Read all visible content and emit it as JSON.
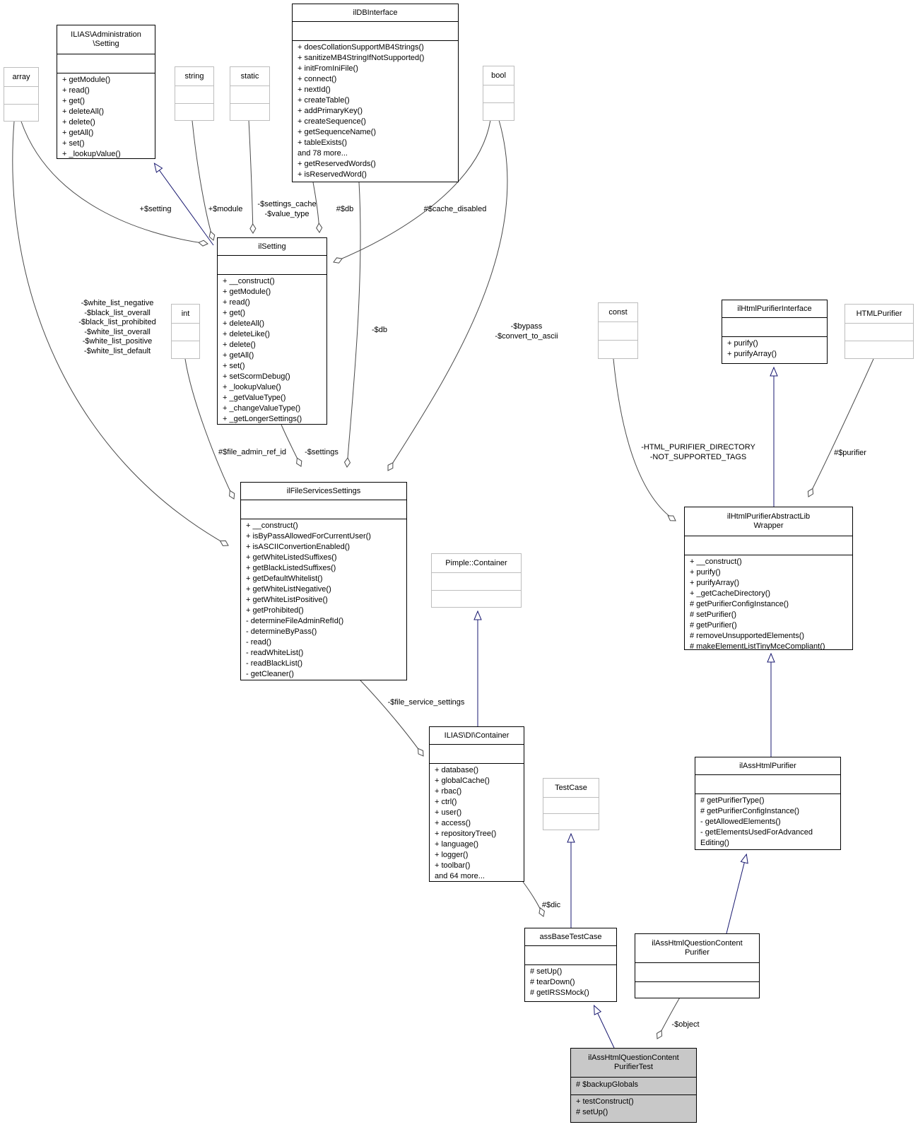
{
  "classes": {
    "admin_setting": {
      "title": "ILIAS\\Administration\n\\Setting",
      "methods": [
        "+ getModule()",
        "+ read()",
        "+ get()",
        "+ deleteAll()",
        "+ delete()",
        "+ getAll()",
        "+ set()",
        "+ _lookupValue()"
      ]
    },
    "array_type": {
      "title": "array"
    },
    "string_type": {
      "title": "string"
    },
    "static_type": {
      "title": "static"
    },
    "ildb": {
      "title": "ilDBInterface",
      "methods": [
        "+ doesCollationSupportMB4Strings()",
        "+ sanitizeMB4StringIfNotSupported()",
        "+ initFromIniFile()",
        "+ connect()",
        "+ nextId()",
        "+ createTable()",
        "+ addPrimaryKey()",
        "+ createSequence()",
        "+ getSequenceName()",
        "+ tableExists()",
        "and 78 more...",
        "+ getReservedWords()",
        "+ isReservedWord()"
      ]
    },
    "bool_type": {
      "title": "bool"
    },
    "ilsetting": {
      "title": "ilSetting",
      "methods": [
        "+ __construct()",
        "+ getModule()",
        "+ read()",
        "+ get()",
        "+ deleteAll()",
        "+ deleteLike()",
        "+ delete()",
        "+ getAll()",
        "+ set()",
        "+ setScormDebug()",
        "+ _lookupValue()",
        "+ _getValueType()",
        "+ _changeValueType()",
        "+ _getLongerSettings()"
      ]
    },
    "int_type": {
      "title": "int"
    },
    "fss": {
      "title": "ilFileServicesSettings",
      "methods": [
        "+ __construct()",
        "+ isByPassAllowedForCurrentUser()",
        "+ isASCIIConvertionEnabled()",
        "+ getWhiteListedSuffixes()",
        "+ getBlackListedSuffixes()",
        "+ getDefaultWhitelist()",
        "+ getWhiteListNegative()",
        "+ getWhiteListPositive()",
        "+ getProhibited()",
        "- determineFileAdminRefId()",
        "- determineByPass()",
        "- read()",
        "- readWhiteList()",
        "- readBlackList()",
        "- getCleaner()"
      ]
    },
    "const_type": {
      "title": "const"
    },
    "purifier_iface": {
      "title": "ilHtmlPurifierInterface",
      "methods": [
        "+ purify()",
        "+ purifyArray()"
      ]
    },
    "htmlpurifier_type": {
      "title": "HTMLPurifier"
    },
    "wrapper": {
      "title": "ilHtmlPurifierAbstractLib\nWrapper",
      "methods": [
        "+ __construct()",
        "+ purify()",
        "+ purifyArray()",
        "+ _getCacheDirectory()",
        "# getPurifierConfigInstance()",
        "# setPurifier()",
        "# getPurifier()",
        "# removeUnsupportedElements()",
        "# makeElementListTinyMceCompliant()"
      ]
    },
    "pimple": {
      "title": "Pimple::Container"
    },
    "container": {
      "title": "ILIAS\\DI\\Container",
      "methods": [
        "+ database()",
        "+ globalCache()",
        "+ rbac()",
        "+ ctrl()",
        "+ user()",
        "+ access()",
        "+ repositoryTree()",
        "+ language()",
        "+ logger()",
        "+ toolbar()",
        "and 64 more..."
      ]
    },
    "testcase": {
      "title": "TestCase"
    },
    "assbase": {
      "title": "assBaseTestCase",
      "methods": [
        "# setUp()",
        "# tearDown()",
        "# getIRSSMock()"
      ]
    },
    "qcp": {
      "title": "ilAssHtmlQuestionContent\nPurifier"
    },
    "asshtml": {
      "title": "ilAssHtmlPurifier",
      "methods": [
        "# getPurifierType()",
        "# getPurifierConfigInstance()",
        "- getAllowedElements()",
        "- getElementsUsedForAdvanced",
        "Editing()"
      ]
    },
    "qcptest": {
      "title": "ilAssHtmlQuestionContent\nPurifierTest",
      "attrs": [
        "# $backupGlobals"
      ],
      "methods": [
        "+ testConstruct()",
        "# setUp()"
      ]
    }
  },
  "edge_labels": {
    "setting": "+$setting",
    "module": "+$module",
    "settings_cache": "-$settings_cache\n-$value_type",
    "db_protected": "#$db",
    "cache_disabled": "#$cache_disabled",
    "db_private": "-$db",
    "bypass": "-$bypass\n-$convert_to_ascii",
    "white_lists": "-$white_list_negative\n-$black_list_overall\n-$black_list_prohibited\n-$white_list_overall\n-$white_list_positive\n-$white_list_default",
    "file_admin_ref_id": "#$file_admin_ref_id",
    "settings_private": "-$settings",
    "file_service_settings": "-$file_service_settings",
    "dic": "#$dic",
    "html_purifier_const": "-HTML_PURIFIER_DIRECTORY\n-NOT_SUPPORTED_TAGS",
    "purifier_member": "#$purifier",
    "object_member": "-$object"
  },
  "colors": {
    "inheritance": "#191970",
    "usage": "#4a4a4a",
    "highlight_fill": "#c8c8c8"
  }
}
